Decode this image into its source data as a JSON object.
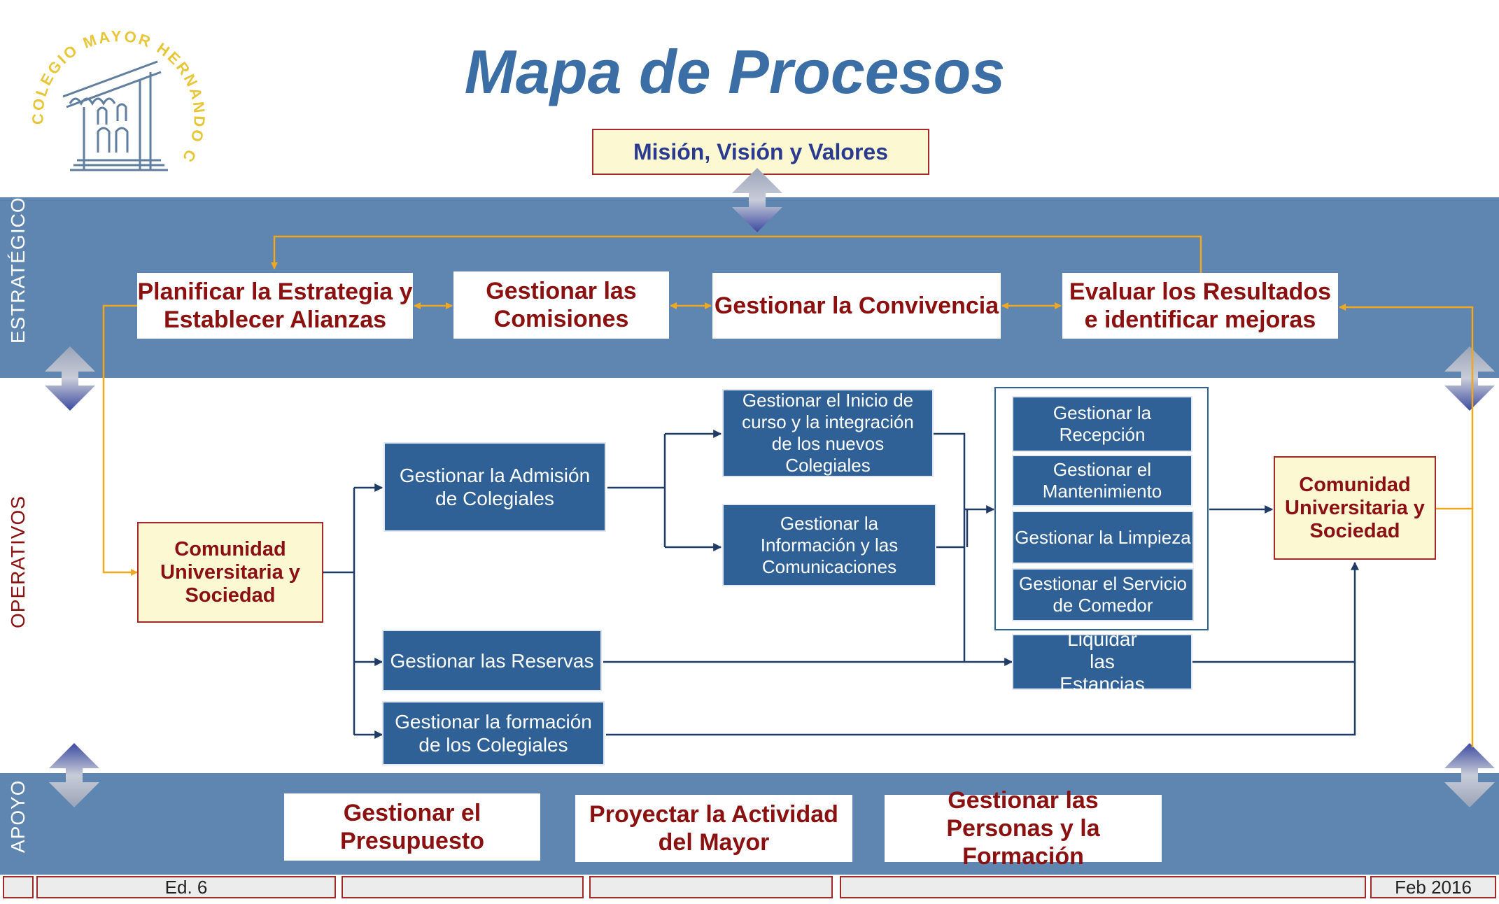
{
  "title": "Mapa de Procesos",
  "logo": {
    "text": "COLEGIO MAYOR HERNANDO COLÓN"
  },
  "mision": "Misión, Visión y Valores",
  "bands": {
    "estrategicos": "ESTRATÉGICOS",
    "operativos": "OPERATIVOS",
    "apoyo": "APOYO"
  },
  "estrategicos": [
    "Planificar la Estrategia y Establecer Alianzas",
    "Gestionar las Comisiones",
    "Gestionar la Convivencia",
    "Evaluar los Resultados e identificar mejoras"
  ],
  "operativos": {
    "entrada": "Comunidad Universitaria y Sociedad",
    "salida": "Comunidad Universitaria y Sociedad",
    "admision": "Gestionar la Admisión de Colegiales",
    "reservas": "Gestionar las Reservas",
    "formacion": "Gestionar la formación de los Colegiales",
    "inicio": "Gestionar el Inicio de curso y la integración de los nuevos Colegiales",
    "informacion": "Gestionar la Información y las Comunicaciones",
    "recepcion": "Gestionar la Recepción",
    "mantenimiento": "Gestionar el Mantenimiento",
    "limpieza": "Gestionar la Limpieza",
    "comedor": "Gestionar el Servicio de Comedor",
    "liquidar": "Liquidar las Estancias"
  },
  "apoyo": [
    "Gestionar el Presupuesto",
    "Proyectar la Actividad del Mayor",
    "Gestionar las Personas y la Formación"
  ],
  "footer": {
    "edition": "Ed. 6",
    "date": "Feb 2016"
  },
  "colors": {
    "band": "#5f86b0",
    "process_blue": "#2f6096",
    "title": "#3a6ea5",
    "dark_red": "#8b1010",
    "orange_line": "#f0a820",
    "navy_line": "#1f3b66",
    "yellow_fill": "#fcf8d2"
  }
}
